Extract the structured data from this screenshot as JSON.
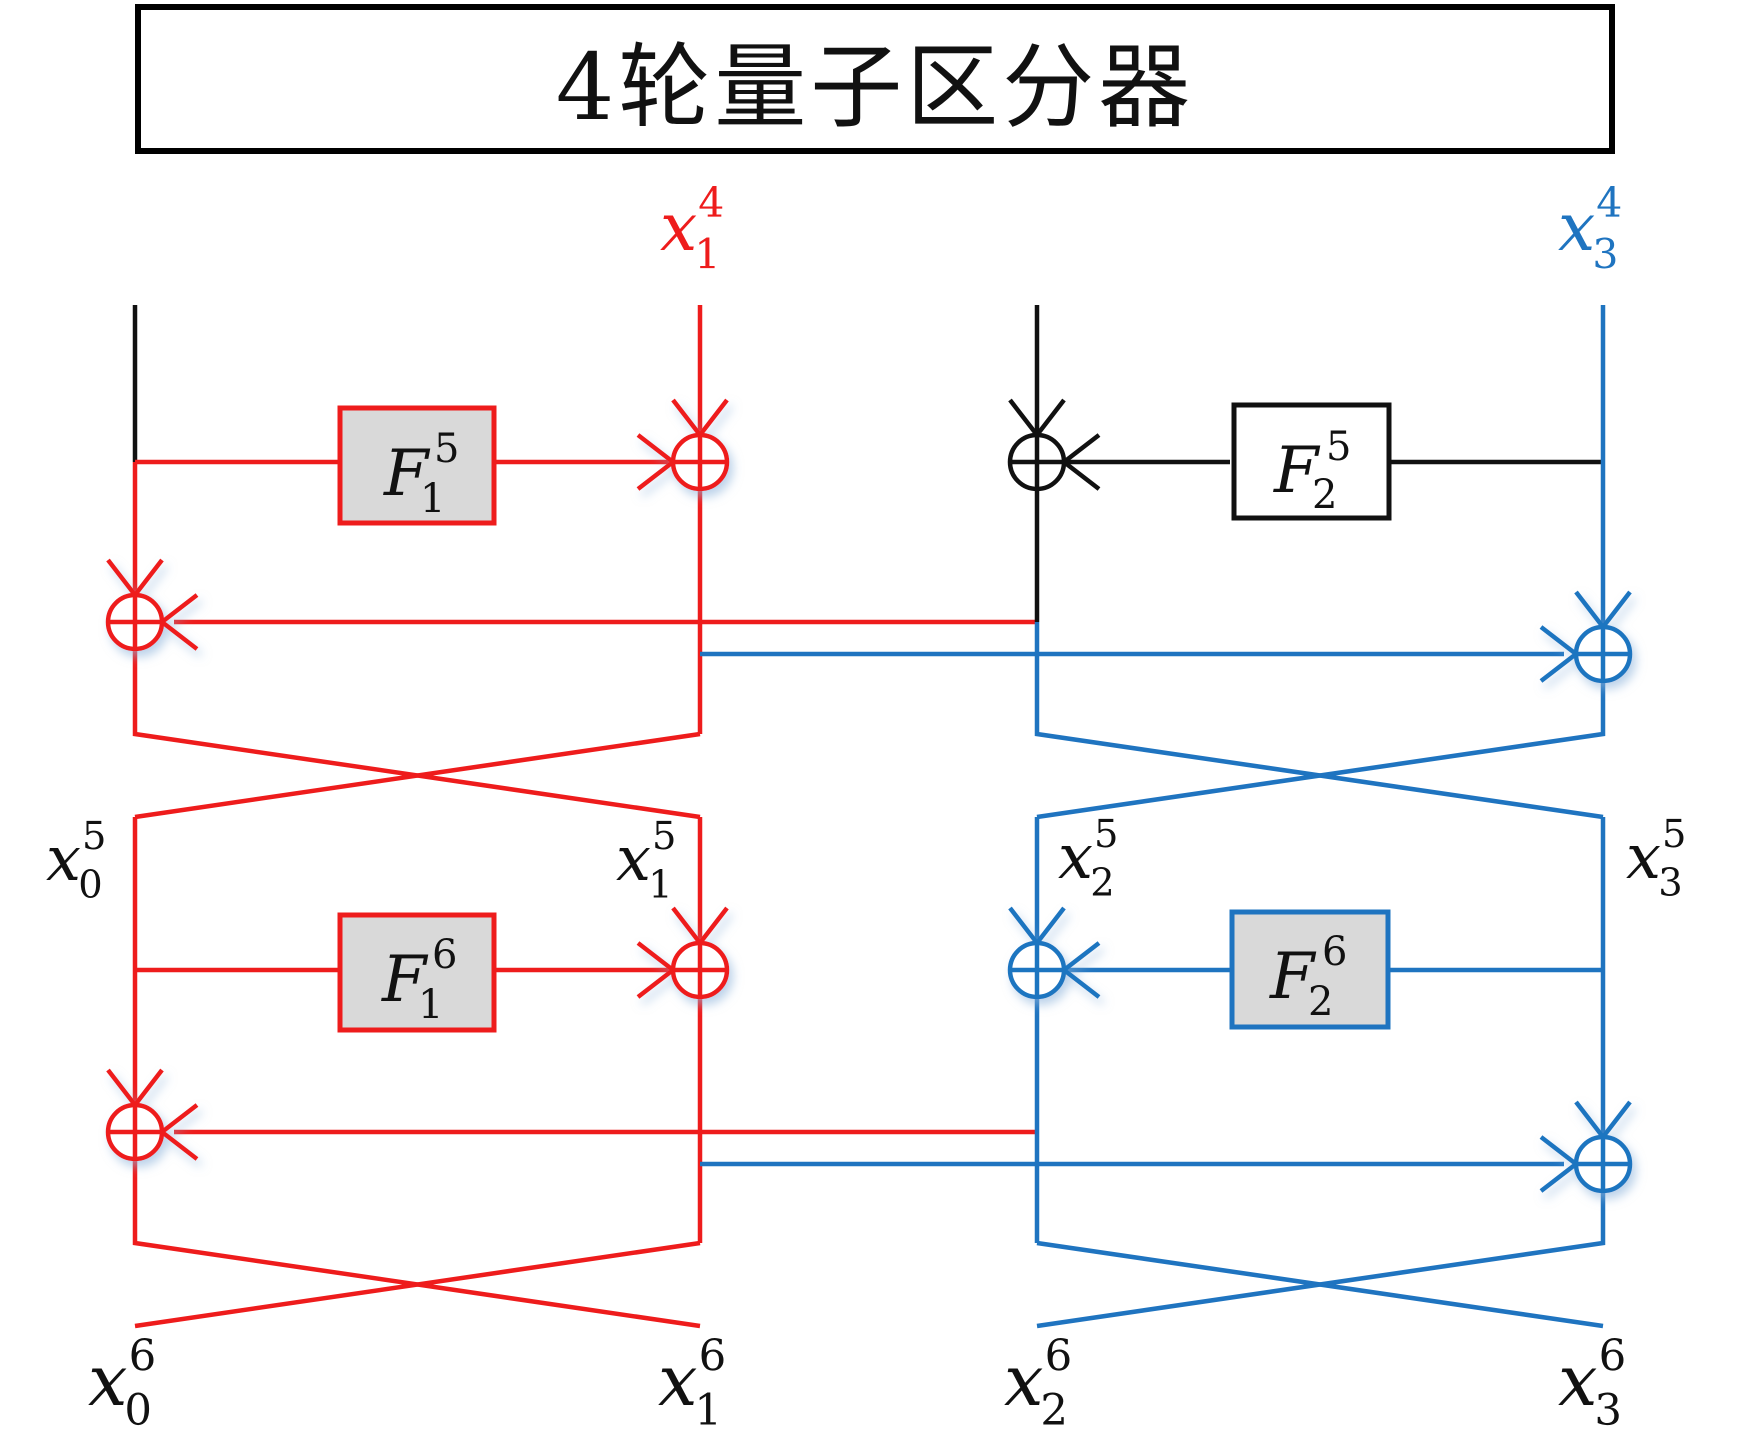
{
  "title": "4轮量子区分器",
  "colors": {
    "red": "#ee1c1c",
    "blue": "#1f74c0",
    "black": "#111111",
    "box_fill": "#d9d9d9"
  },
  "inputs": [
    {
      "base": "x",
      "sub": "1",
      "sup": "4",
      "color": "red"
    },
    {
      "base": "x",
      "sub": "3",
      "sup": "4",
      "color": "blue"
    }
  ],
  "round5": {
    "f1": {
      "base": "F",
      "sub": "1",
      "sup": "5",
      "color": "red",
      "filled": true
    },
    "f2": {
      "base": "F",
      "sub": "2",
      "sup": "5",
      "color": "black",
      "filled": false
    }
  },
  "mid_labels": [
    {
      "base": "x",
      "sub": "0",
      "sup": "5"
    },
    {
      "base": "x",
      "sub": "1",
      "sup": "5"
    },
    {
      "base": "x",
      "sub": "2",
      "sup": "5"
    },
    {
      "base": "x",
      "sub": "3",
      "sup": "5"
    }
  ],
  "round6": {
    "f1": {
      "base": "F",
      "sub": "1",
      "sup": "6",
      "color": "red",
      "filled": true
    },
    "f2": {
      "base": "F",
      "sub": "2",
      "sup": "6",
      "color": "blue",
      "filled": true
    }
  },
  "outputs": [
    {
      "base": "x",
      "sub": "0",
      "sup": "6"
    },
    {
      "base": "x",
      "sub": "1",
      "sup": "6"
    },
    {
      "base": "x",
      "sub": "2",
      "sup": "6"
    },
    {
      "base": "x",
      "sub": "3",
      "sup": "6"
    }
  ]
}
